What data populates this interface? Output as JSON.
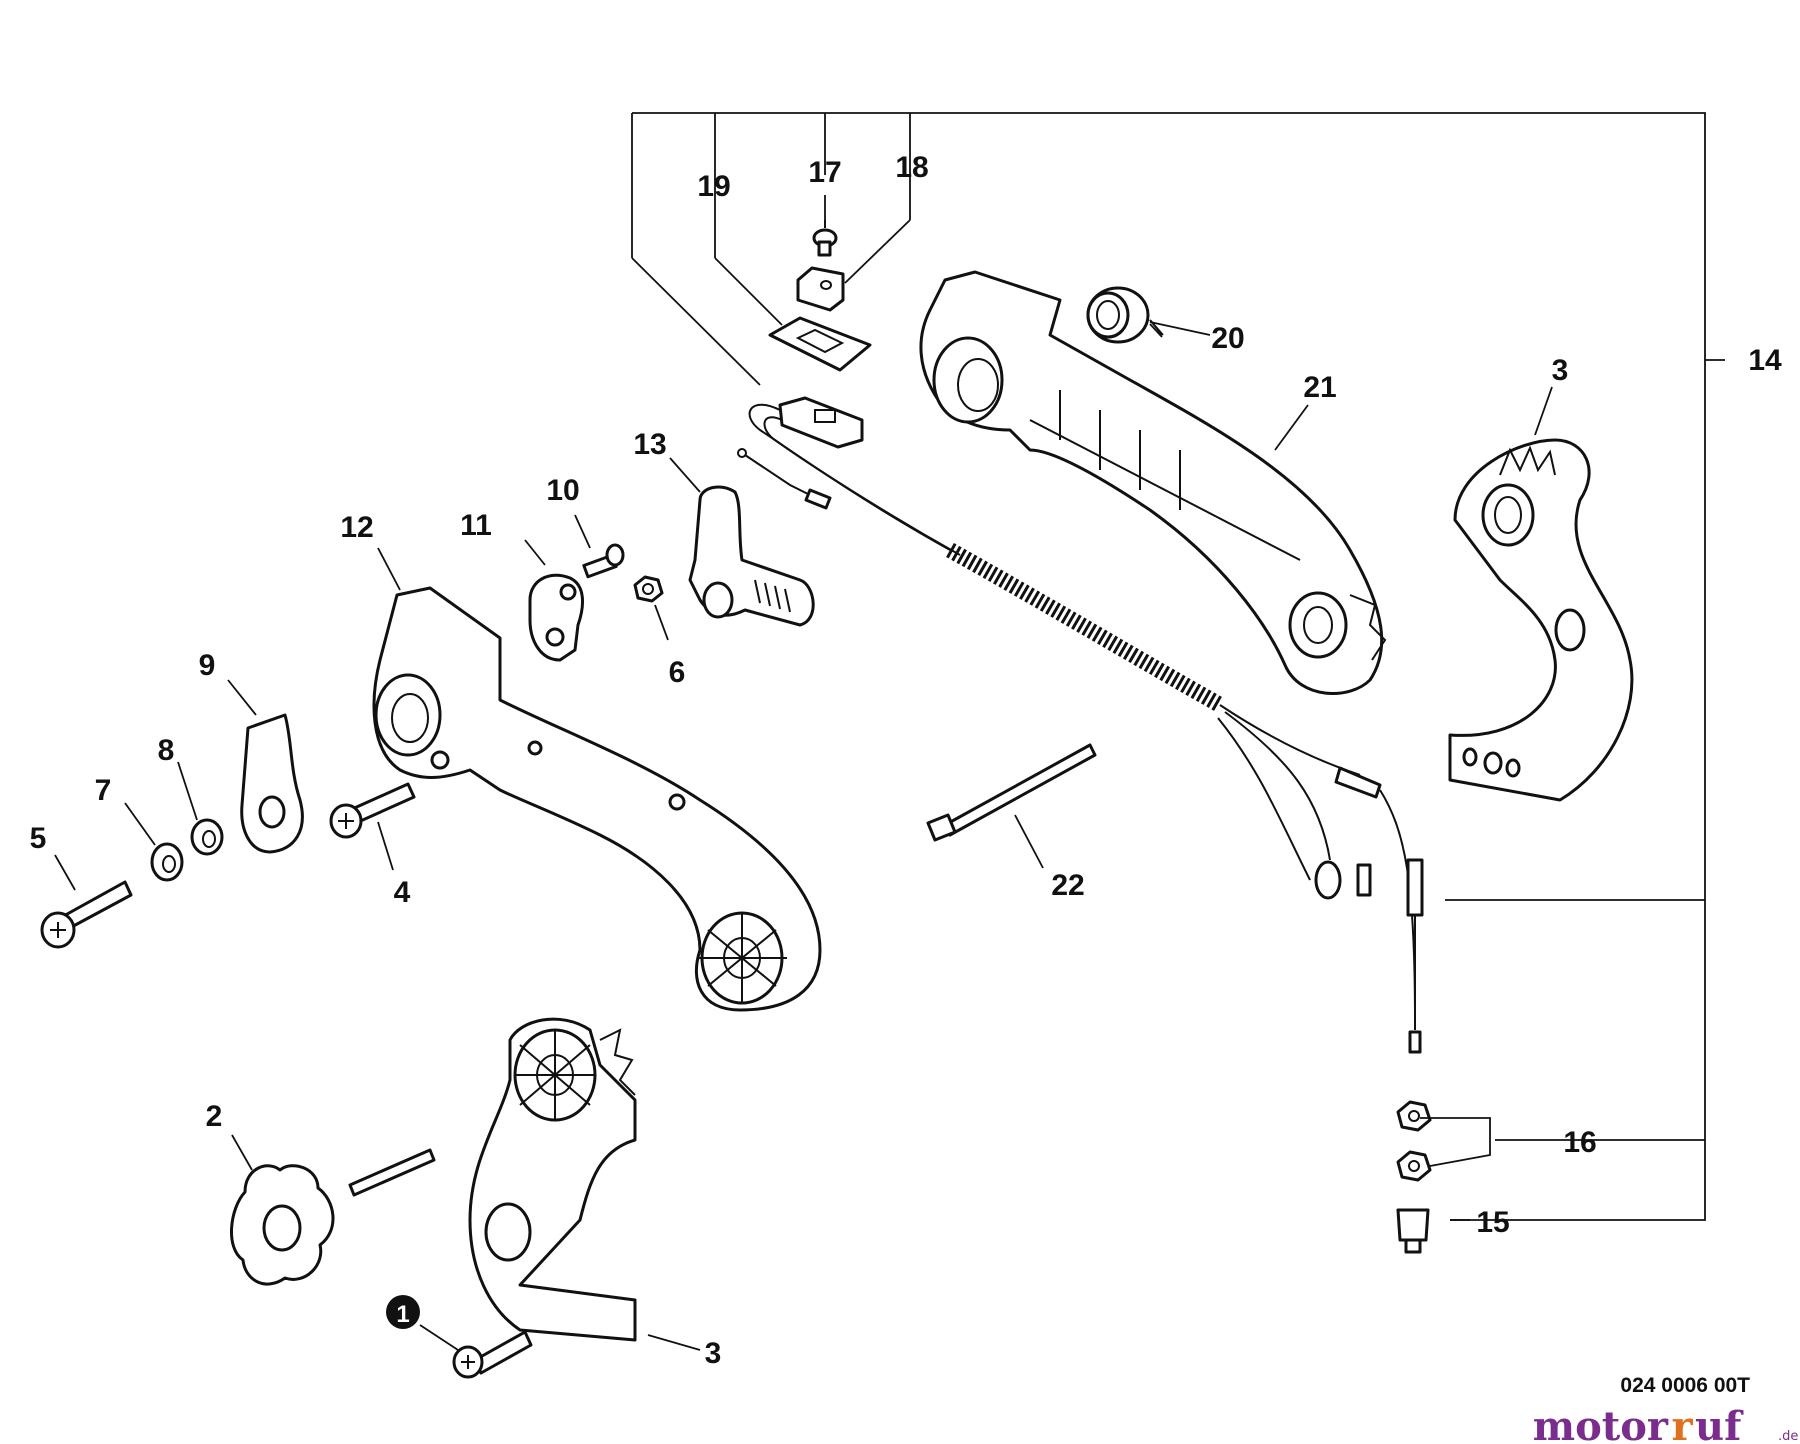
{
  "diagram": {
    "title_code": "024 0006 00T",
    "callouts": {
      "c1": "1",
      "c2": "2",
      "c3a": "3",
      "c3b": "3",
      "c4": "4",
      "c5": "5",
      "c6": "6",
      "c7": "7",
      "c8": "8",
      "c9": "9",
      "c10": "10",
      "c11": "11",
      "c12": "12",
      "c13": "13",
      "c14": "14",
      "c15": "15",
      "c16": "16",
      "c17": "17",
      "c18": "18",
      "c19": "19",
      "c20": "20",
      "c21": "21",
      "c22": "22"
    }
  },
  "watermark": {
    "brand_a": "motor",
    "brand_b": "uf",
    "brand_mid": "r",
    "tld": ".de",
    "color_a": "#7b2d8e",
    "color_b": "#e0701e"
  }
}
